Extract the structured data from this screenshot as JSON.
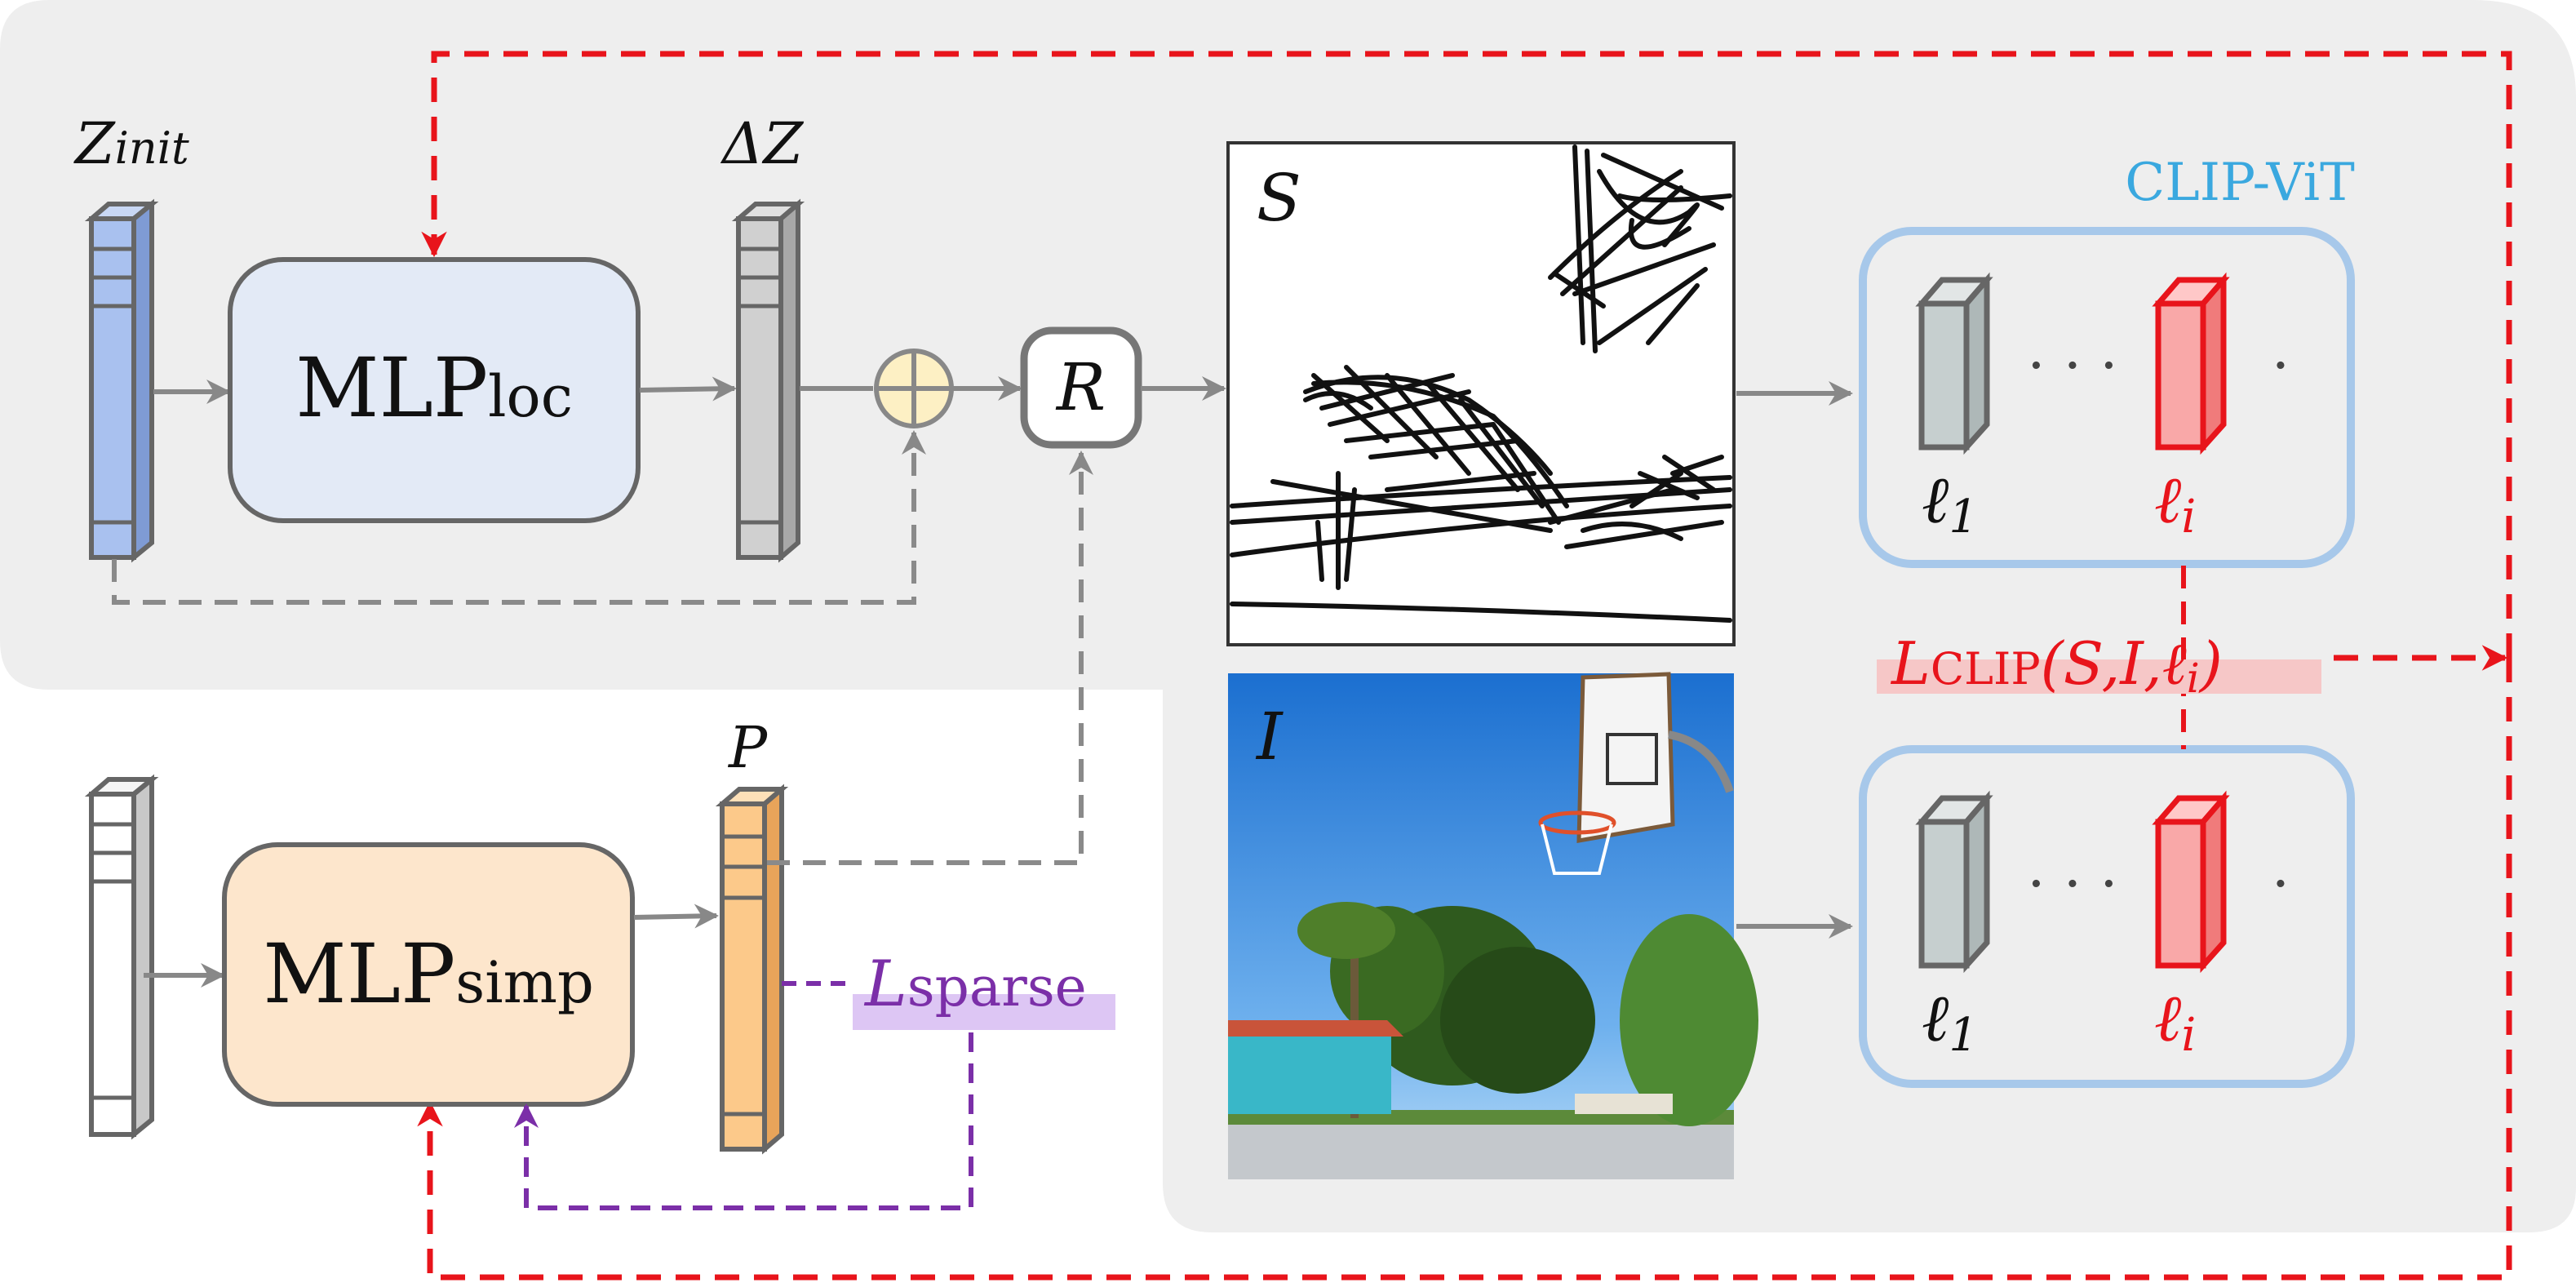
{
  "labels": {
    "z_init": "Z",
    "z_init_sub": "init",
    "delta_z": "ΔZ",
    "p": "P",
    "sketch": "S",
    "image": "I",
    "render": "R",
    "clip_vit": "CLIP-ViT",
    "layer_1": "ℓ",
    "layer_1_sub": "1",
    "layer_i": "ℓ",
    "layer_i_sub": "i",
    "dots": "· · ·",
    "dots_small": "·"
  },
  "modules": {
    "mlp_loc_main": "MLP",
    "mlp_loc_sub": "loc",
    "mlp_simp_main": "MLP",
    "mlp_simp_sub": "simp"
  },
  "losses": {
    "clip_main": "L",
    "clip_sub": "CLIP",
    "clip_args": "(S,I,ℓ",
    "clip_args_sub": "i",
    "clip_close": ")",
    "sparse_main": "L",
    "sparse_sub": "sparse"
  },
  "colors": {
    "panel_gray": "#eeeeee",
    "mlp_loc_fill": "#e3eaf6",
    "mlp_simp_fill": "#fde6cc",
    "z_init_fill": "#a9c1ef",
    "p_fill": "#fcc98a",
    "clip_blue": "#a7c8ea",
    "clip_text": "#3aa8df",
    "loss_red": "#e8141b",
    "loss_purple": "#7b2fa8",
    "sparse_highlight": "#ddc6f4",
    "clip_highlight": "#f6c7c7",
    "arrow_gray": "#8a8a8a"
  }
}
